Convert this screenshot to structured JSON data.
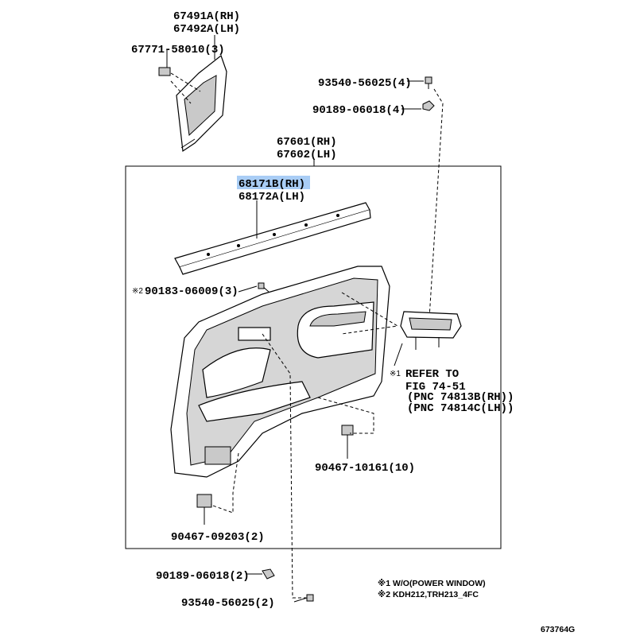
{
  "labels": {
    "p67491A": "67491A(RH)",
    "p67492A": "67492A(LH)",
    "p67771": "67771-58010(3)",
    "p93540_top": "93540-56025(4)",
    "p90189_top": "90189-06018(4)",
    "p67601": "67601(RH)",
    "p67602": "67602(LH)",
    "p68171B": "68171B(RH)",
    "p68172A": "68172A(LH)",
    "p90183": "90183-06009(3)",
    "p90183_mark": "※2",
    "refer_mark": "※1",
    "refer_1": "REFER TO",
    "refer_2": "FIG 74-51",
    "refer_3": "(PNC 74813B(RH))",
    "refer_4": "(PNC 74814C(LH))",
    "p90467_10161": "90467-10161(10)",
    "p90467_09203": "90467-09203(2)",
    "p90189_bottom": "90189-06018(2)",
    "p93540_bottom": "93540-56025(2)"
  },
  "notes": {
    "note1": "※1 W/O(POWER WINDOW)",
    "note2": "※2 KDH212,TRH213_4FC"
  },
  "figure_id": "673764G",
  "highlight_color": "#a9cdf5"
}
